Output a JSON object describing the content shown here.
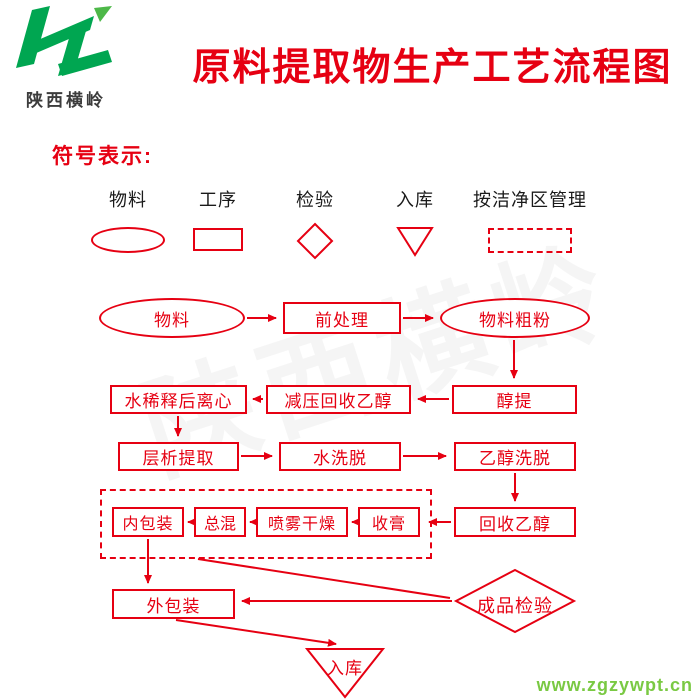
{
  "colors": {
    "accent_red": "#e60012",
    "brand_green": "#00a651",
    "leaf_green": "#4db848",
    "watermark_green": "#7ac943",
    "text_dark": "#3c3c3c"
  },
  "brand": {
    "company": "陕西横岭"
  },
  "header": {
    "title": "原料提取物生产工艺流程图"
  },
  "legend": {
    "heading": "符号表示:",
    "items": [
      {
        "label": "物料",
        "shape": "ellipse"
      },
      {
        "label": "工序",
        "shape": "rect"
      },
      {
        "label": "检验",
        "shape": "diamond"
      },
      {
        "label": "入库",
        "shape": "triangle"
      },
      {
        "label": "按洁净区管理",
        "shape": "dashed-rect"
      }
    ]
  },
  "flowchart": {
    "nodes": {
      "material": "物料",
      "pretreatment": "前处理",
      "coarse_powder": "物料粗粉",
      "alcohol_extraction": "醇提",
      "vacuum_recovery": "减压回收乙醇",
      "dilution_centrifuge": "水稀释后离心",
      "chromatography": "层析提取",
      "water_elution": "水洗脱",
      "ethanol_elution": "乙醇洗脱",
      "ethanol_recovery": "回收乙醇",
      "paste_collection": "收膏",
      "spray_drying": "喷雾干燥",
      "total_mixing": "总混",
      "inner_packaging": "内包装",
      "outer_packaging": "外包装",
      "final_inspection": "成品检验",
      "warehousing": "入库"
    }
  },
  "watermark": {
    "center_text": "陕西横岭",
    "site_text": "www.zgzywpt.cn"
  }
}
